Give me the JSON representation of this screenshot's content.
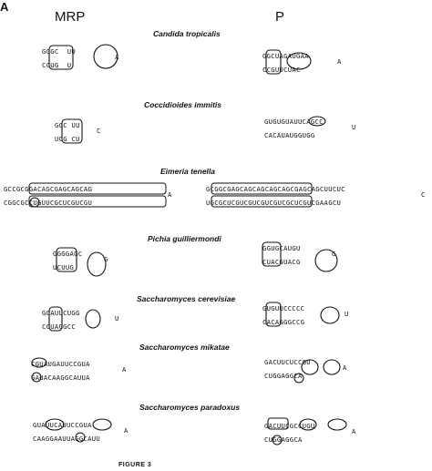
{
  "panel_label": "A",
  "columns": {
    "left": "MRP",
    "right": "P"
  },
  "species": [
    "Candida tropicalis",
    "Coccidioides immitis",
    "Eimeria tenella",
    "Pichia guilliermondi",
    "Saccharomyces cerevisiae",
    "Saccharomyces mikatae",
    "Saccharomyces paradoxus"
  ],
  "hairpins": {
    "mrp": [
      {
        "top": "GGGC  UU",
        "bottom": "CCUG  U",
        "loop": "A"
      },
      {
        "top": "GGC UU",
        "bottom": "UCG CU",
        "loop": "C"
      },
      {
        "top": "GCCGCGGACAGCGAGCAGCAG",
        "bottom": "CGGCGCCUGUUCGCUCGUCGU",
        "loop": "A"
      },
      {
        "top": "GGGGAGC",
        "bottom": "UCUUG",
        "loop": "G"
      },
      {
        "top": "GGAUUCUGG",
        "bottom": "CCUAGGCC",
        "loop": "U"
      },
      {
        "top": "CGUAUGAUUCCGUA",
        "bottom": "GAUACAAGGCAUUA",
        "loop": "A"
      },
      {
        "top": "GUAUUCAUUCCGUA",
        "bottom": "CAAGGAAUUAGGCAUU",
        "loop": "A"
      }
    ],
    "p": [
      {
        "top": "GGCUAGAUGAA",
        "bottom": "CCGUUCUAC",
        "loop": "A"
      },
      {
        "top": "GUGUGUAUUCAGCC",
        "bottom": "CACAUAUGGUGG",
        "loop": "U"
      },
      {
        "top": "GCGGCGAGCAGCAGCAGCAGCGAGCAGCUUCUC",
        "bottom": "UGCGCUCGUCGUCGUCGUCGCUCGUCGAAGCU",
        "loop": "C"
      },
      {
        "top": "GGUGCAUGU",
        "bottom": "CUACGUACG",
        "loop": "G"
      },
      {
        "top": "GUGUUCCCCC",
        "bottom": "CACAGGGCCG",
        "loop": "U"
      },
      {
        "top": "GACUUCUCCGU",
        "bottom": "CUGGAGGCA",
        "loop": "A"
      },
      {
        "top": "GACUUCGCCUGU",
        "bottom": "CUGGAGGCA",
        "loop": "A"
      }
    ]
  },
  "figure_caption": "FIGURE 3"
}
